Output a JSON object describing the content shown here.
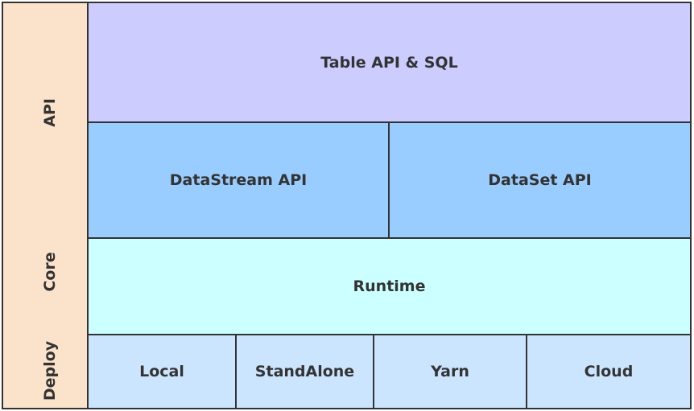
{
  "side_labels": {
    "api": "API",
    "core": "Core",
    "deploy": "Deploy"
  },
  "api_layer": {
    "table_sql": "Table API & SQL",
    "datastream": "DataStream API",
    "dataset": "DataSet API"
  },
  "core_layer": {
    "runtime": "Runtime"
  },
  "deploy_layer": {
    "local": "Local",
    "standalone": "StandAlone",
    "yarn": "Yarn",
    "cloud": "Cloud"
  },
  "colors": {
    "side_background": "#fbe3cb",
    "table_sql": "#ccccff",
    "stream_apis": "#99ccff",
    "runtime": "#ccffff",
    "deploy": "#cce5ff",
    "border": "#333333"
  }
}
